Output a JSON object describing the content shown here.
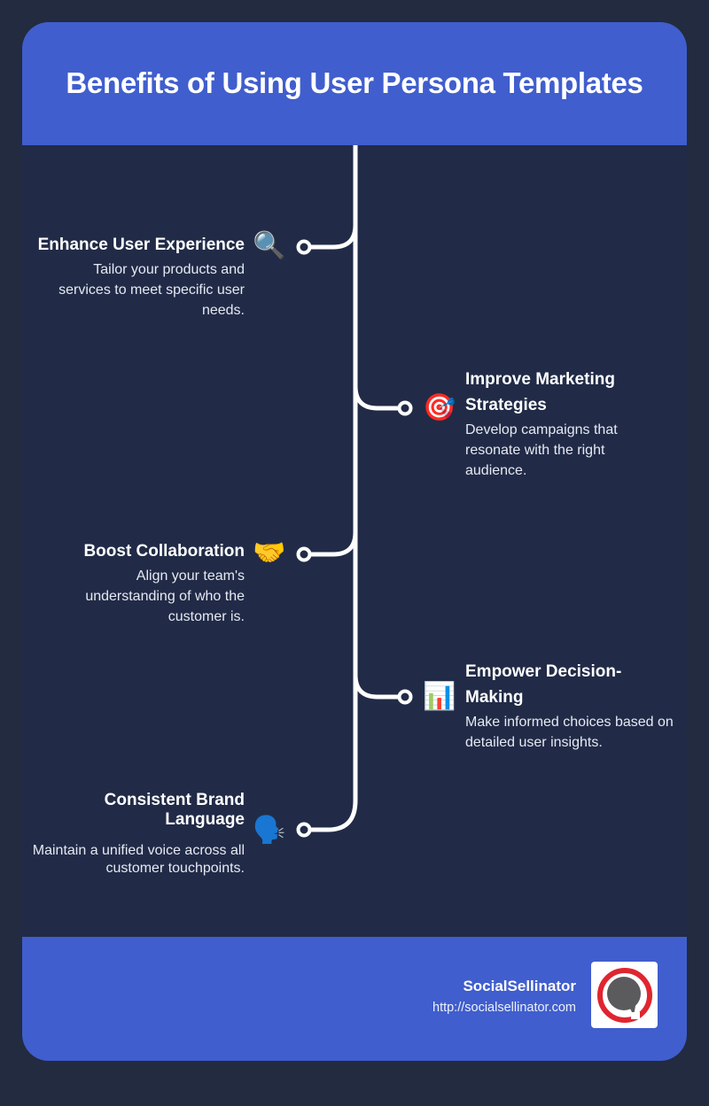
{
  "header": {
    "title": "Benefits of Using User Persona Templates"
  },
  "colors": {
    "page_bg": "#222b40",
    "card_bg": "#212b47",
    "accent_blue": "#405ecd",
    "line_white": "#ffffff"
  },
  "benefits": [
    {
      "side": "left",
      "icon": "magnifying-glass-icon",
      "emoji": "🔍",
      "title": "Enhance User Experience",
      "description": "Tailor your products and services to meet specific user needs."
    },
    {
      "side": "right",
      "icon": "direct-hit-target-icon",
      "emoji": "🎯",
      "title": "Improve Marketing Strategies",
      "description": "Develop campaigns that resonate with the right audience."
    },
    {
      "side": "left",
      "icon": "handshake-icon",
      "emoji": "🤝",
      "title": "Boost Collaboration",
      "description": "Align your team's understanding of who the customer is."
    },
    {
      "side": "right",
      "icon": "bar-chart-icon",
      "emoji": "📊",
      "title": "Empower Decision-Making",
      "description": "Make informed choices based on detailed user insights."
    },
    {
      "side": "left",
      "icon": "speaking-head-icon",
      "emoji": "🗣️",
      "title": "Consistent Brand Language",
      "description": "Maintain a unified voice across all customer touchpoints."
    }
  ],
  "footer": {
    "brand_name": "SocialSellinator",
    "brand_url": "http://socialsellinator.com",
    "logo_icon": "speech-bubble-logo-icon"
  }
}
